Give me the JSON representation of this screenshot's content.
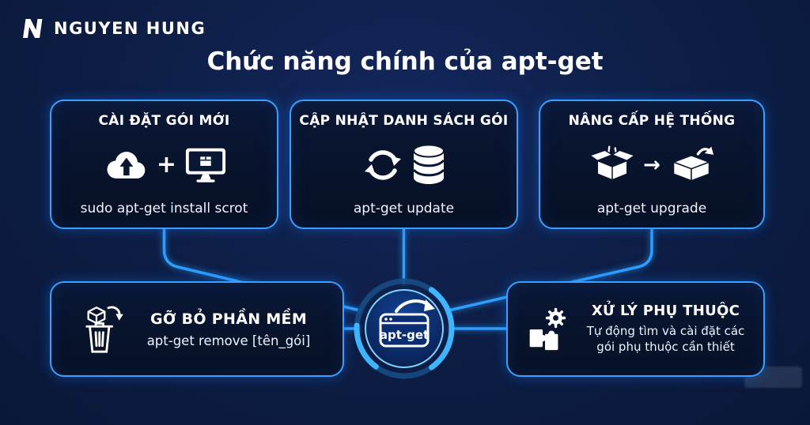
{
  "meta": {
    "background": "#0d1d44",
    "card_background": "#081226",
    "accent": "#3aa0ff",
    "text_color": "#ffffff"
  },
  "header": {
    "brand": "NGUYEN HUNG",
    "logo_icon": "n-monogram-icon"
  },
  "title": "Chức năng chính của apt-get",
  "cards": {
    "install": {
      "title": "CÀI ĐẶT GÓI MỚI",
      "plus": "+",
      "command": "sudo apt-get install scrot",
      "icons": [
        "cloud-upload-icon",
        "monitor-package-icon"
      ]
    },
    "update": {
      "title": "CẬP NHẬT DANH SÁCH GÓI",
      "command": "apt-get update",
      "icons": [
        "refresh-icon",
        "database-icon"
      ]
    },
    "upgrade": {
      "title": "NÂNG CẤP HỆ THỐNG",
      "arrow": "→",
      "command": "apt-get upgrade",
      "icons": [
        "open-box-icon",
        "upgrade-box-icon"
      ]
    },
    "remove": {
      "title": "GỠ BỎ PHẦN MỀM",
      "command": "apt-get remove [tên_gói]",
      "icons": [
        "package-to-trash-icon"
      ]
    },
    "deps": {
      "title": "XỬ LÝ PHỤ THUỘC",
      "description": "Tự động tìm và cài đặt các gói phụ thuộc cần thiết",
      "icons": [
        "puzzle-gear-icon"
      ]
    }
  },
  "center": {
    "label": "apt-get",
    "icon": "browser-window-arrow-icon"
  }
}
